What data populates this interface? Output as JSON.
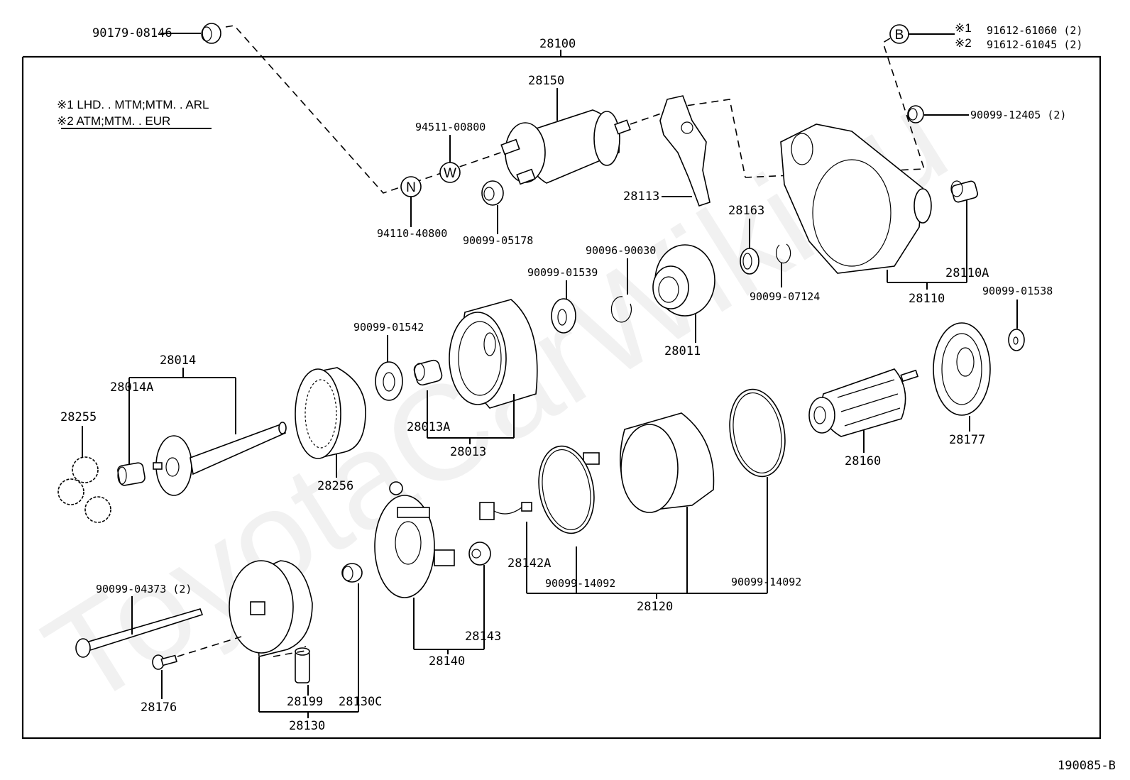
{
  "diagram": {
    "title_part": "28100",
    "drawing_code": "190085-B",
    "watermark": "ToyotaCarWiki.ru",
    "notes": {
      "note1": "※1 LHD. . MTM;MTM. . ARL",
      "note2": "※2 ATM;MTM. . EUR"
    },
    "bolt_b": {
      "symbol": "B",
      "opt1_mark": "※1",
      "opt1_part": "91612-61060 (2)",
      "opt2_mark": "※2",
      "opt2_part": "91612-61045 (2)"
    },
    "symbols": {
      "nut": "N",
      "washer": "W"
    },
    "labels": {
      "p90179_08146": "90179-08146",
      "p28150": "28150",
      "p94511_00800": "94511-00800",
      "p94110_40800": "94110-40800",
      "p90099_05178": "90099-05178",
      "p28113": "28113",
      "p90099_12405": "90099-12405 (2)",
      "p28163": "28163",
      "p90096_90030": "90096-90030",
      "p90099_01539": "90099-01539",
      "p28011": "28011",
      "p90099_07124": "90099-07124",
      "p28110": "28110",
      "p28110A": "28110A",
      "p90099_01538": "90099-01538",
      "p90099_01542": "90099-01542",
      "p28014": "28014",
      "p28014A": "28014A",
      "p28255": "28255",
      "p28256": "28256",
      "p28013A": "28013A",
      "p28013": "28013",
      "p28177": "28177",
      "p28160": "28160",
      "p28142A": "28142A",
      "p90099_14092a": "90099-14092",
      "p90099_14092b": "90099-14092",
      "p28120": "28120",
      "p28143": "28143",
      "p28140": "28140",
      "p90099_04373": "90099-04373 (2)",
      "p28176": "28176",
      "p28199": "28199",
      "p28130C": "28130C",
      "p28130": "28130"
    }
  }
}
